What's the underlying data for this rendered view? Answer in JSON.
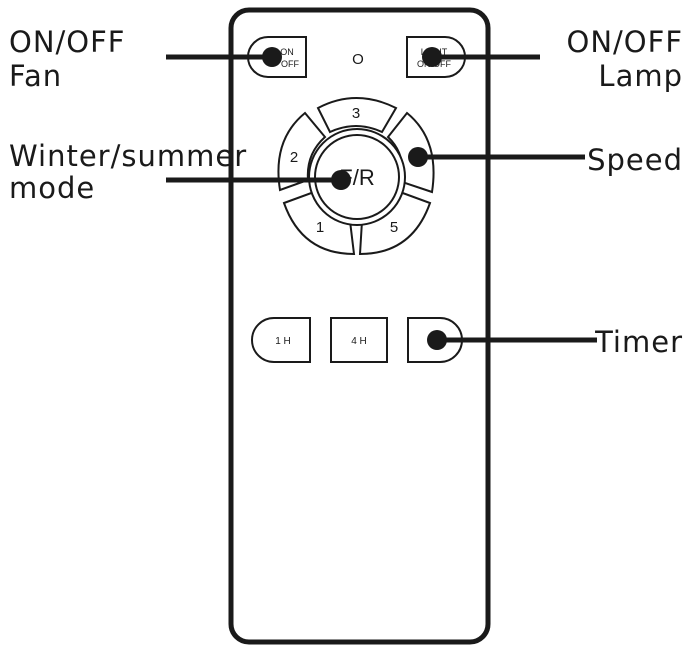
{
  "callouts": {
    "fan_line1": "ON/OFF",
    "fan_line2": "Fan",
    "lamp_line1": "ON/OFF",
    "lamp_line2": "Lamp",
    "mode_line1": "Winter/summer",
    "mode_line2": "mode",
    "speed": "Speed",
    "timer": "Timer"
  },
  "remote": {
    "fan_button_line1": "ON",
    "fan_button_line2": "OFF",
    "indicator": "O",
    "lamp_button_line1": "LIGHT",
    "lamp_button_line2": "ON OFF",
    "speed_top": "3",
    "speed_left": "2",
    "speed_bottom_left": "1",
    "speed_bottom_right": "5",
    "reverse_button": "F/R",
    "timer_1h": "1 H",
    "timer_4h": "4 H"
  },
  "colors": {
    "stroke": "#1a1a1a",
    "background": "#ffffff"
  }
}
